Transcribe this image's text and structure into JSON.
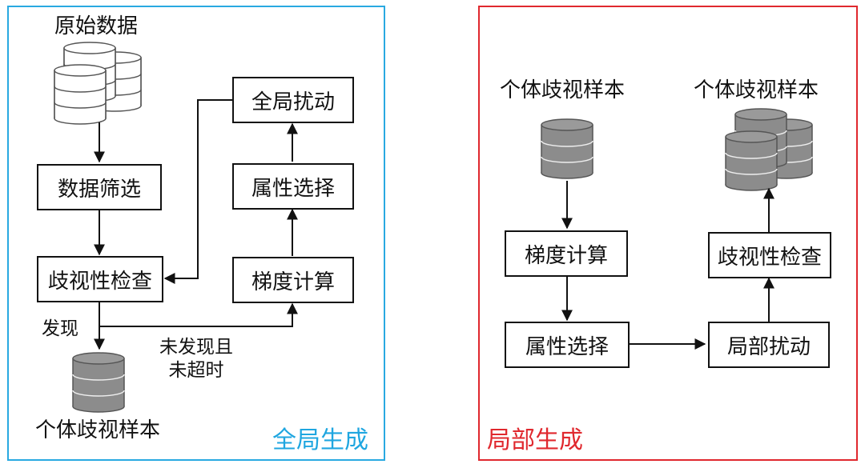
{
  "colors": {
    "global_border": "#29A9E1",
    "local_border": "#E0282E",
    "global_title": "#1FA6E0",
    "local_title": "#E0282E",
    "db_white": "#ffffff",
    "db_gray": "#8C8C8C"
  },
  "global": {
    "title": "全局生成",
    "raw_data_label": "原始数据",
    "data_filter": "数据筛选",
    "discrimination_check": "歧视性检查",
    "global_perturbation": "全局扰动",
    "attribute_selection": "属性选择",
    "gradient_calc": "梯度计算",
    "found_label": "发现",
    "not_found_line1": "未发现且",
    "not_found_line2": "未超时",
    "output_label": "个体歧视样本"
  },
  "local": {
    "title": "局部生成",
    "input_label": "个体歧视样本",
    "output_label": "个体歧视样本",
    "gradient_calc": "梯度计算",
    "attribute_selection": "属性选择",
    "local_perturbation": "局部扰动",
    "discrimination_check": "歧视性检查"
  }
}
